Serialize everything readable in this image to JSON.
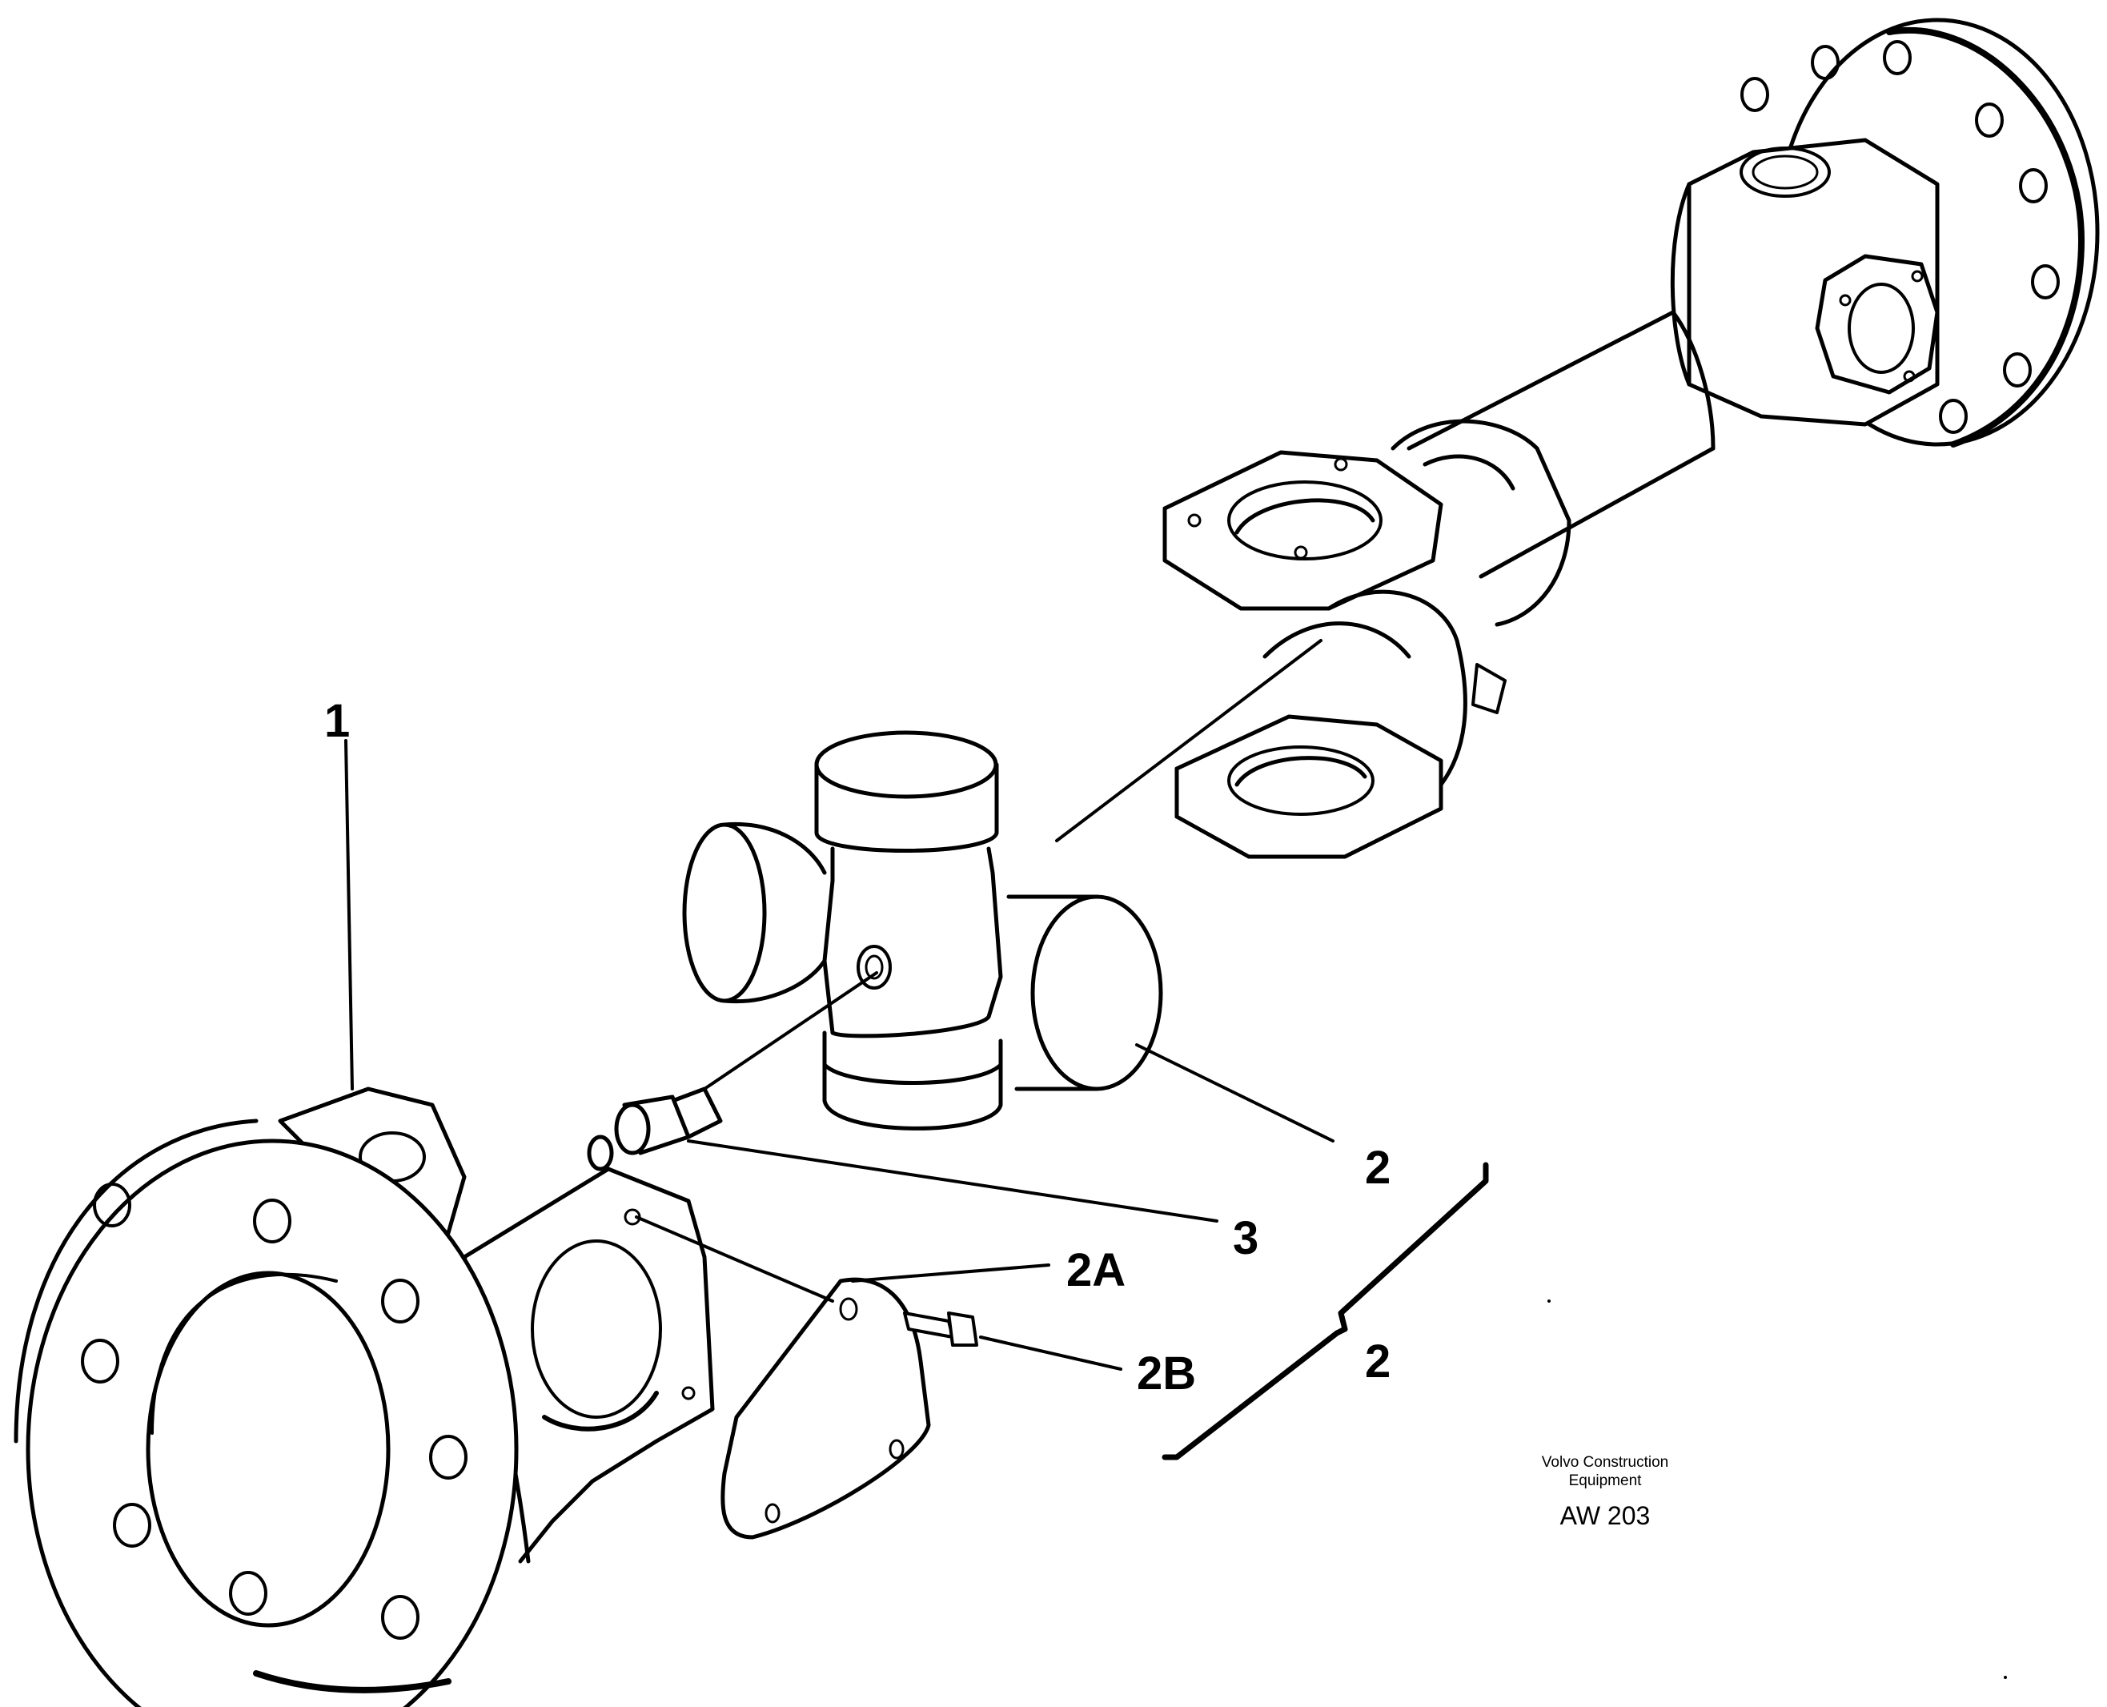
{
  "callouts": {
    "c1": "1",
    "c2_cross": "2",
    "c3": "3",
    "c2a": "2A",
    "c2b": "2B",
    "c2_bracket": "2"
  },
  "credit": {
    "line1": "Volvo Construction",
    "line2": "Equipment",
    "code": "AW 203"
  },
  "colors": {
    "ink": "#000000",
    "paper": "#ffffff"
  }
}
